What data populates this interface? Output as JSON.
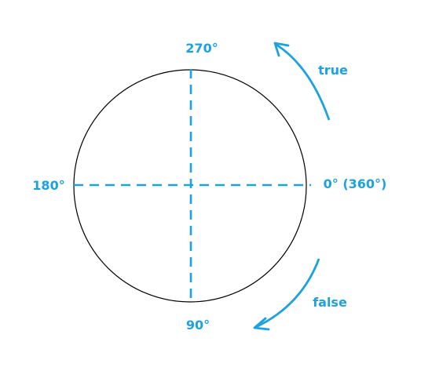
{
  "diagram": {
    "labels": {
      "top": "270°",
      "left": "180°",
      "right": "0° (360°)",
      "bottom": "90°",
      "upper_arrow": "true",
      "lower_arrow": "false"
    },
    "colors": {
      "accent": "#1ca2e0",
      "circle": "#000000"
    },
    "icons": {
      "upper_arrow": "curved-arrow-counterclockwise-icon",
      "lower_arrow": "curved-arrow-clockwise-icon"
    }
  }
}
